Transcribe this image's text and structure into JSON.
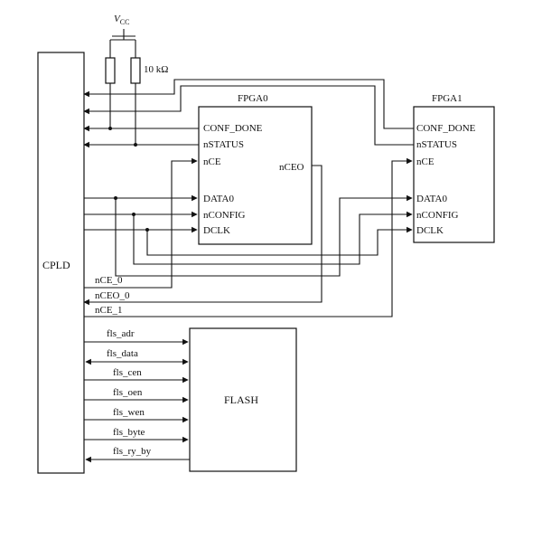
{
  "blocks": {
    "cpld": "CPLD",
    "fpga0": "FPGA0",
    "fpga1": "FPGA1",
    "flash": "FLASH"
  },
  "power": {
    "vcc": "V",
    "vcc_sub": "CC",
    "resistor": "10 kΩ"
  },
  "fpga0_pins": {
    "conf_done": "CONF_DONE",
    "nstatus": "nSTATUS",
    "nce": "nCE",
    "nceo": "nCEO",
    "data0": "DATA0",
    "nconfig": "nCONFIG",
    "dclk": "DCLK"
  },
  "fpga1_pins": {
    "conf_done": "CONF_DONE",
    "nstatus": "nSTATUS",
    "nce": "nCE",
    "data0": "DATA0",
    "nconfig": "nCONFIG",
    "dclk": "DCLK"
  },
  "cpld_signals": {
    "nce_0": "nCE_0",
    "nceo_0": "nCEO_0",
    "nce_1": "nCE_1"
  },
  "flash_signals": [
    "fls_adr",
    "fls_data",
    "fls_cen",
    "fls_oen",
    "fls_wen",
    "fls_byte",
    "fls_ry_by"
  ]
}
